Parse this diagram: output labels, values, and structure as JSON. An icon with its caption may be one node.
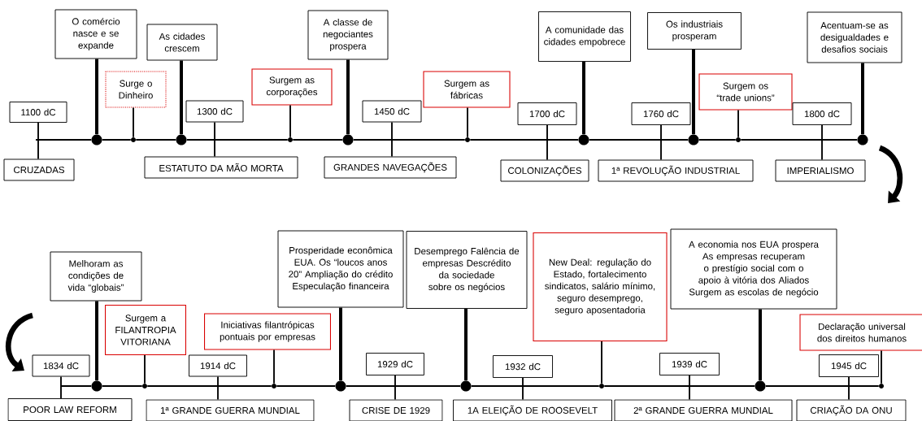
{
  "diagram": {
    "nodes": [
      {
        "text": [
          "1100 dC"
        ]
      },
      {
        "text": [
          "CRUZADAS"
        ]
      },
      {
        "text": [
          "O comércio nasce e se expande"
        ]
      },
      {
        "text": [],
        "shape": "circle"
      },
      {
        "text": [
          "Surge o Dinheiro"
        ]
      },
      {
        "text": [],
        "shape": "circle"
      },
      {
        "text": [
          "As cidades crescem"
        ]
      },
      {
        "text": [],
        "shape": "circle"
      },
      {
        "text": [
          "1300 dC"
        ]
      },
      {
        "text": [
          "ESTATUTO DA MÃO MORTA"
        ]
      },
      {
        "text": [
          "Surgem as corporações"
        ]
      },
      {
        "text": [],
        "shape": "circle"
      },
      {
        "text": [
          "A classe de negociantes prospera"
        ]
      },
      {
        "text": [],
        "shape": "circle"
      },
      {
        "text": [
          "1450 dC"
        ]
      },
      {
        "text": [
          "GRANDES NAVEGAÇÕES"
        ]
      },
      {
        "text": [
          "Surgem as fábricas"
        ]
      },
      {
        "text": [],
        "shape": "circle"
      },
      {
        "text": [
          "1700 dC"
        ]
      },
      {
        "text": [
          "COLONIZAÇÕES"
        ]
      },
      {
        "text": [
          "A comunidade das cidades empobrece"
        ]
      },
      {
        "text": [],
        "shape": "circle"
      },
      {
        "text": [
          "1760 dC"
        ]
      },
      {
        "text": [
          "1ª REVOLUÇÃO INDUSTRIAL"
        ]
      },
      {
        "text": [
          "Os industriais prosperam"
        ]
      },
      {
        "text": [],
        "shape": "circle"
      },
      {
        "text": [
          "Surgem os “trade unions”"
        ]
      },
      {
        "text": [],
        "shape": "circle"
      },
      {
        "text": [
          "1800 dC"
        ]
      },
      {
        "text": [
          "IMPERIALISMO"
        ]
      },
      {
        "text": [
          "Acentuam-se as desigualdades e desafios sociais"
        ]
      },
      {
        "text": [],
        "shape": "circle"
      },
      {
        "text": [
          "1834 dC"
        ]
      },
      {
        "text": [
          "POOR LAW REFORM"
        ]
      },
      {
        "text": [
          "Melhoram as condições de vida “globais”"
        ]
      },
      {
        "text": [],
        "shape": "circle"
      },
      {
        "text": [
          "Surgem a FILANTROPIA VITORIANA"
        ]
      },
      {
        "text": [],
        "shape": "circle"
      },
      {
        "text": [
          "1914 dC"
        ]
      },
      {
        "text": [
          "1ª GRANDE GUERRA MUNDIAL"
        ]
      },
      {
        "text": [
          "Iniciativas filantrópicas pontuais por empresas"
        ]
      },
      {
        "text": [],
        "shape": "circle"
      },
      {
        "text": [
          "Prosperidade econômica EUA. Os “loucos anos 20” Ampliação do crédito Especulação financeira"
        ]
      },
      {
        "text": [],
        "shape": "circle"
      },
      {
        "text": [
          "1929 dC"
        ]
      },
      {
        "text": [
          "CRISE DE 1929"
        ]
      },
      {
        "text": [
          "Desemprego Falência de empresas Descrédito da sociedade sobre os negócios"
        ]
      },
      {
        "text": [],
        "shape": "circle"
      },
      {
        "text": [
          "1932 dC"
        ]
      },
      {
        "text": [
          "1A ELEIÇÃO DE ROOSEVELT"
        ]
      },
      {
        "text": [
          "New Deal: regulação do Estado, fortalecimento sindicatos, salário mínimo, seguro desemprego, seguro aposentadoria"
        ]
      },
      {
        "text": [],
        "shape": "circle"
      },
      {
        "text": [
          "1939 dC"
        ]
      },
      {
        "text": [
          "2ª GRANDE GUERRA MUNDIAL"
        ]
      },
      {
        "text": [
          "A economia nos EUA prospera As empresas recuperam o prestígio social com o apoio à vitória dos Aliados Surgem as escolas de negócio"
        ]
      },
      {
        "text": [],
        "shape": "circle"
      },
      {
        "text": [
          "1945 dC"
        ]
      },
      {
        "text": [
          "CRIAÇÃO DA ONU"
        ]
      },
      {
        "text": [
          "Declaração universal dos direitos humanos"
        ]
      },
      {
        "text": [],
        "shape": "circle"
      }
    ],
    "edges": [
      {
        "from": 0,
        "to": 1,
        "arrow": "none"
      },
      {
        "from": 2,
        "to": 3,
        "arrow": "none",
        "style": "thick"
      },
      {
        "from": 4,
        "to": 5,
        "arrow": "none"
      },
      {
        "from": 6,
        "to": 7,
        "arrow": "none",
        "style": "thick"
      },
      {
        "from": 8,
        "to": 9,
        "arrow": "none"
      },
      {
        "from": 10,
        "to": 11,
        "arrow": "none"
      },
      {
        "from": 12,
        "to": 13,
        "arrow": "none",
        "style": "thick"
      },
      {
        "from": 14,
        "to": 15,
        "arrow": "none"
      },
      {
        "from": 16,
        "to": 17,
        "arrow": "none"
      },
      {
        "from": 18,
        "to": 19,
        "arrow": "none"
      },
      {
        "from": 20,
        "to": 21,
        "arrow": "none",
        "style": "thick"
      },
      {
        "from": 22,
        "to": 23,
        "arrow": "none"
      },
      {
        "from": 24,
        "to": 25,
        "arrow": "none",
        "style": "thick"
      },
      {
        "from": 26,
        "to": 27,
        "arrow": "none"
      },
      {
        "from": 28,
        "to": 29,
        "arrow": "none"
      },
      {
        "from": 30,
        "to": 31,
        "arrow": "none",
        "style": "thick"
      },
      {
        "from": 32,
        "to": 33,
        "arrow": "none"
      },
      {
        "from": 34,
        "to": 35,
        "arrow": "none",
        "style": "thick"
      },
      {
        "from": 36,
        "to": 37,
        "arrow": "none"
      },
      {
        "from": 38,
        "to": 39,
        "arrow": "none"
      },
      {
        "from": 40,
        "to": 41,
        "arrow": "none"
      },
      {
        "from": 42,
        "to": 43,
        "arrow": "none",
        "style": "thick"
      },
      {
        "from": 44,
        "to": 45,
        "arrow": "none"
      },
      {
        "from": 46,
        "to": 47,
        "arrow": "none",
        "style": "thick"
      },
      {
        "from": 48,
        "to": 49,
        "arrow": "none"
      },
      {
        "from": 50,
        "to": 51,
        "arrow": "none"
      },
      {
        "from": 52,
        "to": 53,
        "arrow": "none"
      },
      {
        "from": 54,
        "to": 55,
        "arrow": "none",
        "style": "thick"
      },
      {
        "from": 56,
        "to": 57,
        "arrow": "none"
      },
      {
        "from": 58,
        "to": 59,
        "arrow": "none"
      },
      {
        "from": null,
        "to": 3,
        "arrow": "none"
      },
      {
        "from": 3,
        "to": 5,
        "arrow": "none"
      },
      {
        "from": 5,
        "to": 7,
        "arrow": "none"
      },
      {
        "from": 7,
        "to": 11,
        "arrow": "none"
      },
      {
        "from": 11,
        "to": 13,
        "arrow": "none"
      },
      {
        "from": 13,
        "to": 17,
        "arrow": "none"
      },
      {
        "from": 17,
        "to": 21,
        "arrow": "none"
      },
      {
        "from": 21,
        "to": 25,
        "arrow": "none"
      },
      {
        "from": 25,
        "to": 27,
        "arrow": "none"
      },
      {
        "from": 27,
        "to": 31,
        "arrow": "none"
      },
      {
        "from": 32,
        "to": 35,
        "arrow": "none"
      },
      {
        "from": 35,
        "to": 37,
        "arrow": "none"
      },
      {
        "from": 37,
        "to": 41,
        "arrow": "none"
      },
      {
        "from": 41,
        "to": 43,
        "arrow": "none"
      },
      {
        "from": 43,
        "to": 47,
        "arrow": "none"
      },
      {
        "from": 47,
        "to": 51,
        "arrow": "none"
      },
      {
        "from": 51,
        "to": 55,
        "arrow": "none"
      },
      {
        "from": 55,
        "to": 59,
        "arrow": "none"
      }
    ]
  }
}
